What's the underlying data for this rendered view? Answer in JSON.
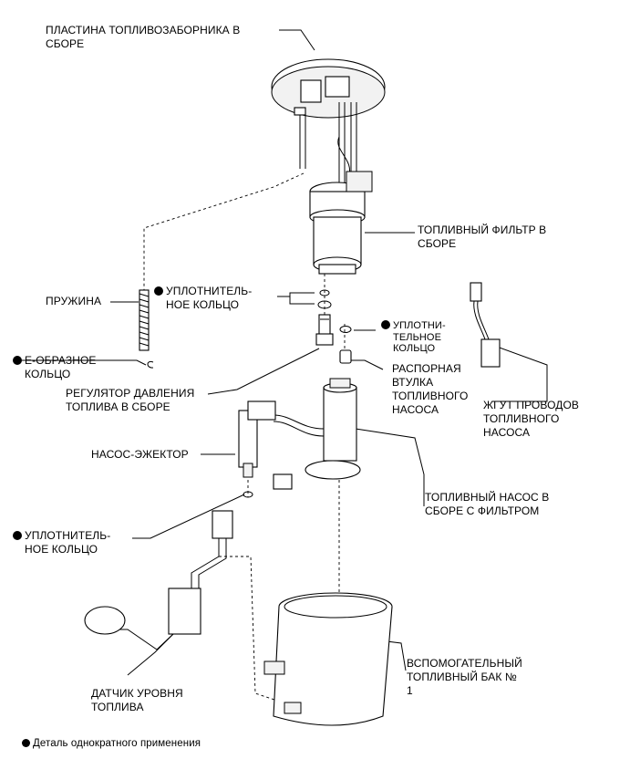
{
  "labels": {
    "plate": [
      "ПЛАСТИНА ТОПЛИВОЗАБОРНИКА В",
      "СБОРЕ"
    ],
    "filter": [
      "ТОПЛИВНЫЙ ФИЛЬТР В",
      "СБОРЕ"
    ],
    "spring": "ПРУЖИНА",
    "oring_top": [
      "УПЛОТНИТЕЛЬ-",
      "НОЕ КОЛЬЦО"
    ],
    "oring_small": [
      "УПЛОТНИ-",
      "ТЕЛЬНОЕ",
      "КОЛЬЦО"
    ],
    "e_ring": [
      "Е-ОБРАЗНОЕ",
      "КОЛЬЦО"
    ],
    "regulator": [
      "РЕГУЛЯТОР ДАВЛЕНИЯ",
      "ТОПЛИВА В СБОРЕ"
    ],
    "spacer": [
      "РАСПОРНАЯ",
      "ВТУЛКА",
      "ТОПЛИВНОГО",
      "НАСОСА"
    ],
    "harness": [
      "ЖГУТ ПРОВОДОВ",
      "ТОПЛИВНОГО",
      "НАСОСА"
    ],
    "jet_pump": "НАСОС-ЭЖЕКТОР",
    "pump": [
      "ТОПЛИВНЫЙ НАСОС В",
      "СБОРЕ С ФИЛЬТРОМ"
    ],
    "oring_bottom": [
      "УПЛОТНИТЕЛЬ-",
      "НОЕ КОЛЬЦО"
    ],
    "sender": [
      "ДАТЧИК УРОВНЯ",
      "ТОПЛИВА"
    ],
    "sub_tank": [
      "ВСПОМОГАТЕЛЬНЫЙ",
      "ТОПЛИВНЫЙ БАК №",
      "1"
    ]
  },
  "legend": "Деталь однократного применения"
}
